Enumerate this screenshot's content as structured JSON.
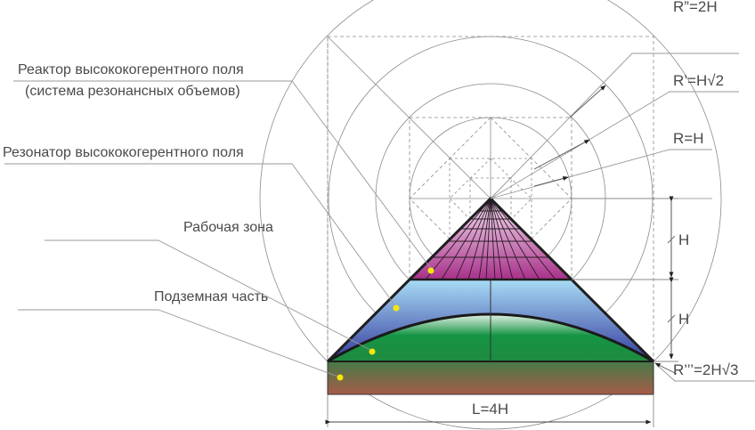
{
  "labels": {
    "reactor_line1": "Реактор высококогерентного поля",
    "reactor_line2": "(система резонансных объемов)",
    "resonator": "Резонатор высококогерентного поля",
    "work_zone": "Рабочая зона",
    "underground": "Подземная часть"
  },
  "dimensions": {
    "r_double_prime": "R”=2H",
    "r_prime": "R’=H√2",
    "r": "R=H",
    "h_upper": "H",
    "h_lower": "H",
    "r_triple_prime": "R’’’=2H√3",
    "length": "L=4H"
  },
  "colors": {
    "reactor_top": "#f0d8ec",
    "reactor_bottom": "#a0287e",
    "resonator_top": "#a8dcf6",
    "resonator_bottom": "#3a3fa0",
    "dome_top": "#e8f4ea",
    "dome_bottom": "#1a9040",
    "ground_top": "#4a7a4a",
    "ground_bottom": "#a0604a",
    "marker": "#f5e60a",
    "outline": "#222222",
    "construction": "#888888"
  }
}
